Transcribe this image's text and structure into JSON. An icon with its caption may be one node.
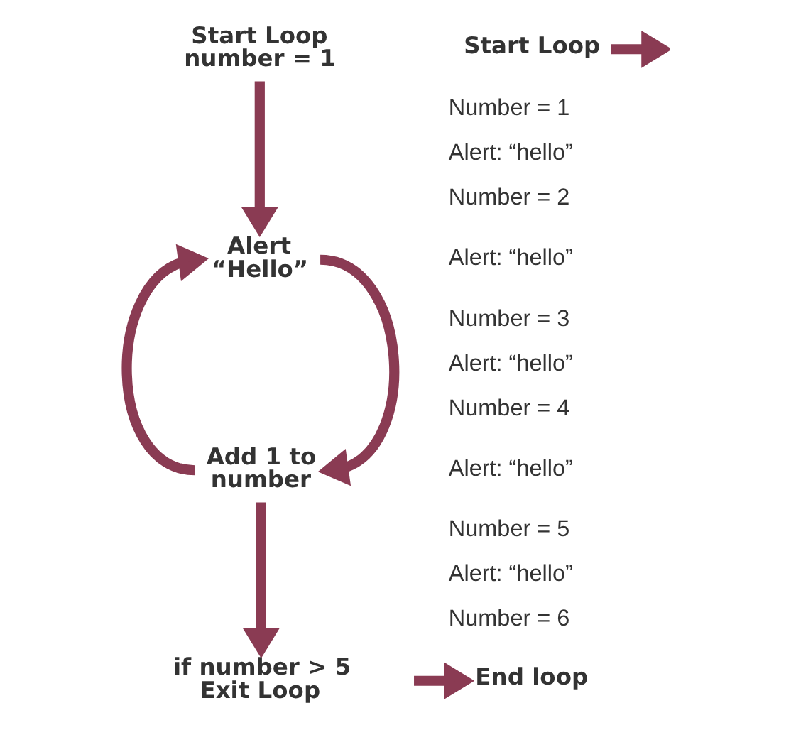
{
  "diagram": {
    "nodes": [
      {
        "text": [
          "Start Loop",
          "number = 1"
        ]
      },
      {
        "text": [
          "Alert “Hello”"
        ]
      },
      {
        "text": [
          "Add 1 to number"
        ]
      },
      {
        "text": [
          "if number > 5",
          "Exit Loop"
        ]
      },
      {
        "text": [
          "Start Loop"
        ]
      },
      {
        "text": [
          "End loop"
        ]
      }
    ],
    "edges": [
      {
        "from": 0,
        "to": 1,
        "arrow": "to"
      },
      {
        "from": 1,
        "to": 2,
        "arrow": "to"
      },
      {
        "from": 2,
        "to": 1,
        "arrow": "to"
      },
      {
        "from": 2,
        "to": 3,
        "arrow": "to"
      },
      {
        "from": 4,
        "to": null,
        "arrow": "to"
      },
      {
        "from": null,
        "to": 5,
        "arrow": "to"
      }
    ],
    "labels": [
      "Number = 1",
      "Alert: “hello”",
      "Number = 2",
      "Alert: “hello”",
      "Number = 3",
      "Alert: “hello”",
      "Number = 4",
      "Alert: “hello”",
      "Number = 5",
      "Alert: “hello”",
      "Number = 6"
    ]
  }
}
